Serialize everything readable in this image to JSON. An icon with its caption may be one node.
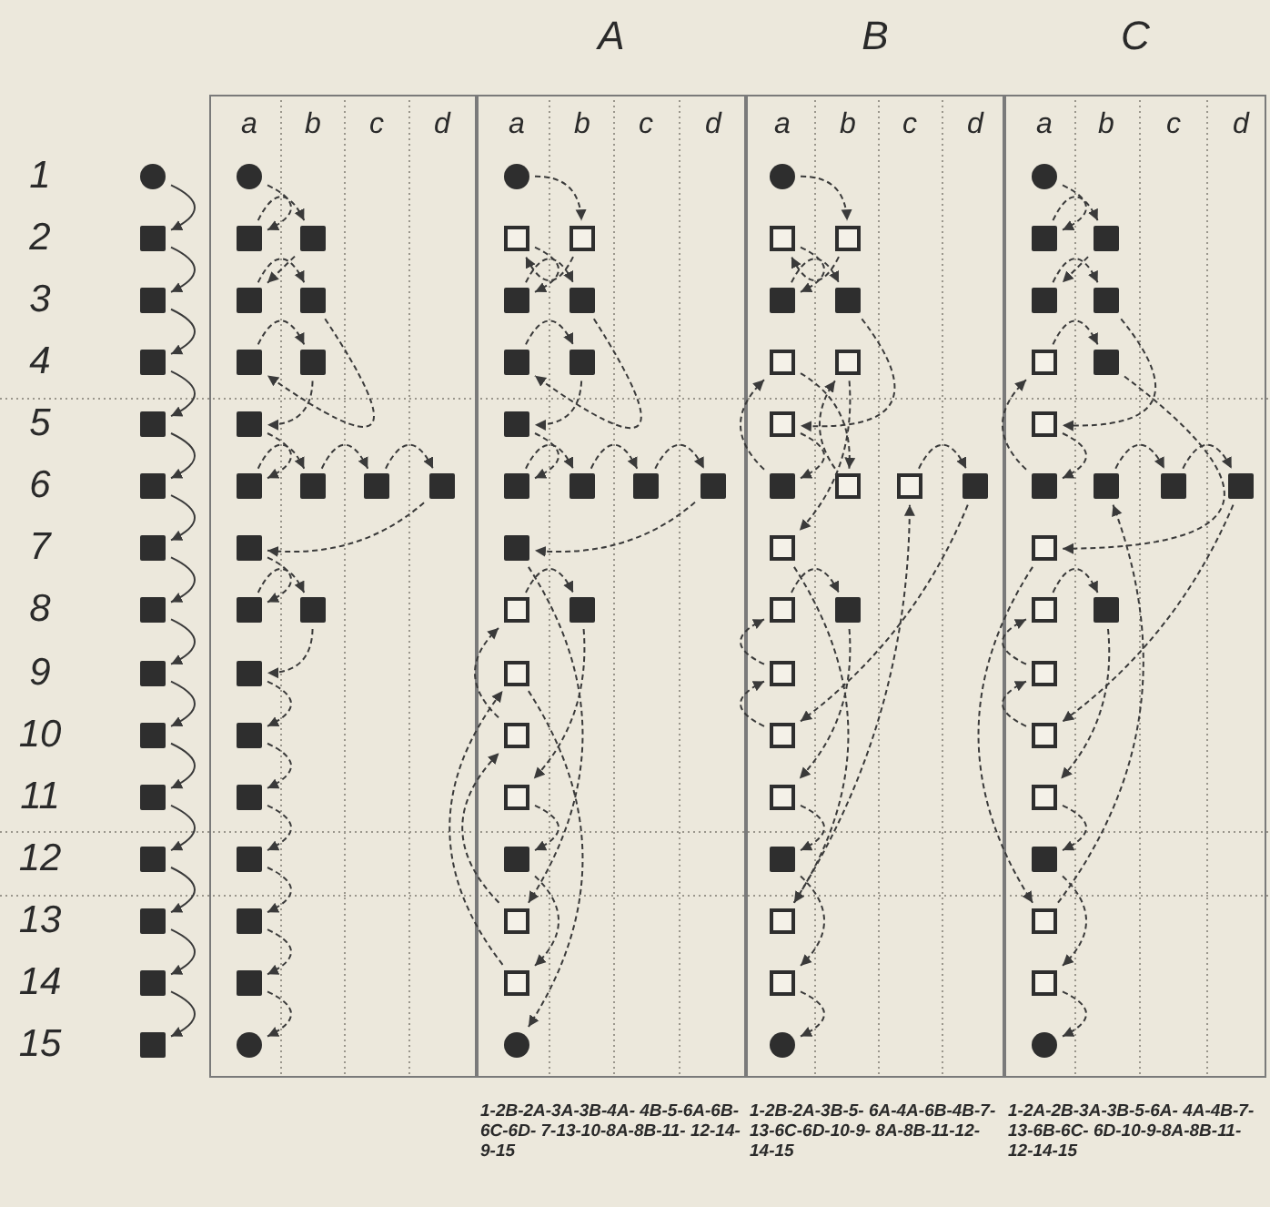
{
  "diagram": {
    "nodes": [
      {
        "text": [],
        "shape": "circle"
      },
      {
        "text": [],
        "shape": "square"
      },
      {
        "text": [],
        "shape": "square"
      },
      {
        "text": [],
        "shape": "square"
      },
      {
        "text": [],
        "shape": "square"
      },
      {
        "text": [],
        "shape": "square"
      },
      {
        "text": [],
        "shape": "square"
      },
      {
        "text": [],
        "shape": "square"
      },
      {
        "text": [],
        "shape": "square"
      },
      {
        "text": [],
        "shape": "square"
      },
      {
        "text": [],
        "shape": "square"
      },
      {
        "text": [],
        "shape": "square"
      },
      {
        "text": [],
        "shape": "square"
      },
      {
        "text": [],
        "shape": "square"
      },
      {
        "text": [],
        "shape": "square"
      },
      {
        "text": [],
        "shape": "box"
      },
      {
        "text": [],
        "shape": "circle",
        "in": 15
      },
      {
        "text": [],
        "shape": "square",
        "in": 15
      },
      {
        "text": [],
        "shape": "square",
        "in": 15
      },
      {
        "text": [],
        "shape": "square",
        "in": 15
      },
      {
        "text": [],
        "shape": "square",
        "in": 15
      },
      {
        "text": [],
        "shape": "square",
        "in": 15
      },
      {
        "text": [],
        "shape": "square",
        "in": 15
      },
      {
        "text": [],
        "shape": "square",
        "in": 15
      },
      {
        "text": [],
        "shape": "square",
        "in": 15
      },
      {
        "text": [],
        "shape": "square",
        "in": 15
      },
      {
        "text": [],
        "shape": "square",
        "in": 15
      },
      {
        "text": [],
        "shape": "square",
        "in": 15
      },
      {
        "text": [],
        "shape": "square",
        "in": 15
      },
      {
        "text": [],
        "shape": "square",
        "in": 15
      },
      {
        "text": [],
        "shape": "square",
        "in": 15
      },
      {
        "text": [],
        "shape": "square",
        "in": 15
      },
      {
        "text": [],
        "shape": "square",
        "in": 15
      },
      {
        "text": [],
        "shape": "square",
        "in": 15
      },
      {
        "text": [],
        "shape": "square",
        "in": 15
      },
      {
        "text": [],
        "shape": "square",
        "in": 15
      },
      {
        "text": [],
        "shape": "square",
        "in": 15
      },
      {
        "text": [],
        "shape": "circle",
        "in": 15
      },
      {
        "text": [
          "A"
        ]
      },
      {
        "text": [],
        "shape": "circle",
        "in": 38
      },
      {
        "text": [],
        "shape": "box",
        "in": 38
      },
      {
        "text": [],
        "shape": "box",
        "in": 38
      },
      {
        "text": [],
        "shape": "square",
        "in": 38
      },
      {
        "text": [],
        "shape": "square",
        "in": 38
      },
      {
        "text": [],
        "shape": "square",
        "in": 38
      },
      {
        "text": [],
        "shape": "square",
        "in": 38
      },
      {
        "text": [],
        "shape": "square",
        "in": 38
      },
      {
        "text": [],
        "shape": "square",
        "in": 38
      },
      {
        "text": [],
        "shape": "square",
        "in": 38
      },
      {
        "text": [],
        "shape": "square",
        "in": 38
      },
      {
        "text": [],
        "shape": "square",
        "in": 38
      },
      {
        "text": [],
        "shape": "square",
        "in": 38
      },
      {
        "text": [],
        "shape": "box",
        "in": 38
      },
      {
        "text": [],
        "shape": "square",
        "in": 38
      },
      {
        "text": [],
        "shape": "box",
        "in": 38
      },
      {
        "text": [],
        "shape": "box",
        "in": 38
      },
      {
        "text": [],
        "shape": "box",
        "in": 38
      },
      {
        "text": [],
        "shape": "square",
        "in": 38
      },
      {
        "text": [],
        "shape": "box",
        "in": 38
      },
      {
        "text": [],
        "shape": "box",
        "in": 38
      },
      {
        "text": [],
        "shape": "circle",
        "in": 38
      },
      {
        "text": [
          "B"
        ]
      },
      {
        "text": [],
        "shape": "circle",
        "in": 61
      },
      {
        "text": [],
        "shape": "box",
        "in": 61
      },
      {
        "text": [],
        "shape": "box",
        "in": 61
      },
      {
        "text": [],
        "shape": "square",
        "in": 61
      },
      {
        "text": [],
        "shape": "square",
        "in": 61
      },
      {
        "text": [],
        "shape": "box",
        "in": 61
      },
      {
        "text": [],
        "shape": "box",
        "in": 61
      },
      {
        "text": [],
        "shape": "box",
        "in": 61
      },
      {
        "text": [],
        "shape": "square",
        "in": 61
      },
      {
        "text": [],
        "shape": "box",
        "in": 61
      },
      {
        "text": [],
        "shape": "box",
        "in": 61
      },
      {
        "text": [],
        "shape": "square",
        "in": 61
      },
      {
        "text": [],
        "shape": "box",
        "in": 61
      },
      {
        "text": [],
        "shape": "box",
        "in": 61
      },
      {
        "text": [],
        "shape": "square",
        "in": 61
      },
      {
        "text": [],
        "shape": "box",
        "in": 61
      },
      {
        "text": [],
        "shape": "box",
        "in": 61
      },
      {
        "text": [],
        "shape": "box",
        "in": 61
      },
      {
        "text": [],
        "shape": "square",
        "in": 61
      },
      {
        "text": [],
        "shape": "box",
        "in": 61
      },
      {
        "text": [],
        "shape": "box",
        "in": 61
      },
      {
        "text": [],
        "shape": "circle",
        "in": 61
      },
      {
        "text": [
          "C"
        ]
      },
      {
        "text": [],
        "shape": "circle",
        "in": 84
      },
      {
        "text": [],
        "shape": "square",
        "in": 84
      },
      {
        "text": [],
        "shape": "square",
        "in": 84
      },
      {
        "text": [],
        "shape": "square",
        "in": 84
      },
      {
        "text": [],
        "shape": "square",
        "in": 84
      },
      {
        "text": [],
        "shape": "box",
        "in": 84
      },
      {
        "text": [],
        "shape": "square",
        "in": 84
      },
      {
        "text": [],
        "shape": "box",
        "in": 84
      },
      {
        "text": [],
        "shape": "square",
        "in": 84
      },
      {
        "text": [],
        "shape": "square",
        "in": 84
      },
      {
        "text": [],
        "shape": "square",
        "in": 84
      },
      {
        "text": [],
        "shape": "square",
        "in": 84
      },
      {
        "text": [],
        "shape": "box",
        "in": 84
      },
      {
        "text": [],
        "shape": "box",
        "in": 84
      },
      {
        "text": [],
        "shape": "square",
        "in": 84
      },
      {
        "text": [],
        "shape": "box",
        "in": 84
      },
      {
        "text": [],
        "shape": "box",
        "in": 84
      },
      {
        "text": [],
        "shape": "box",
        "in": 84
      },
      {
        "text": [],
        "shape": "square",
        "in": 84
      },
      {
        "text": [],
        "shape": "box",
        "in": 84
      },
      {
        "text": [],
        "shape": "box",
        "in": 84
      },
      {
        "text": [],
        "shape": "circle",
        "in": 84
      }
    ],
    "edges": [
      {
        "from": 0,
        "to": 1,
        "arrow": "to"
      },
      {
        "from": 1,
        "to": 2,
        "arrow": "to"
      },
      {
        "from": 2,
        "to": 3,
        "arrow": "to"
      },
      {
        "from": 3,
        "to": 4,
        "arrow": "to"
      },
      {
        "from": 4,
        "to": 5,
        "arrow": "to"
      },
      {
        "from": 5,
        "to": 6,
        "arrow": "to"
      },
      {
        "from": 6,
        "to": 7,
        "arrow": "to"
      },
      {
        "from": 7,
        "to": 8,
        "arrow": "to"
      },
      {
        "from": 8,
        "to": 9,
        "arrow": "to"
      },
      {
        "from": 9,
        "to": 10,
        "arrow": "to"
      },
      {
        "from": 10,
        "to": 11,
        "arrow": "to"
      },
      {
        "from": 11,
        "to": 12,
        "arrow": "to"
      },
      {
        "from": 12,
        "to": 13,
        "arrow": "to"
      },
      {
        "from": 13,
        "to": 14,
        "arrow": "to"
      },
      {
        "from": 16,
        "to": 17,
        "arrow": "to",
        "style": "dashed"
      },
      {
        "from": 17,
        "to": 18,
        "arrow": "to",
        "style": "dashed"
      },
      {
        "from": 18,
        "to": 19,
        "arrow": "to",
        "style": "dashed"
      },
      {
        "from": 19,
        "to": 20,
        "arrow": "to",
        "style": "dashed"
      },
      {
        "from": 20,
        "to": 21,
        "arrow": "to",
        "style": "dashed"
      },
      {
        "from": 21,
        "to": 22,
        "arrow": "to",
        "style": "dashed"
      },
      {
        "from": 22,
        "to": 23,
        "arrow": "to",
        "style": "dashed"
      },
      {
        "from": 23,
        "to": 24,
        "arrow": "to",
        "style": "dashed"
      },
      {
        "from": 24,
        "to": 25,
        "arrow": "to",
        "style": "dashed"
      },
      {
        "from": 25,
        "to": 26,
        "arrow": "to",
        "style": "dashed"
      },
      {
        "from": 26,
        "to": 27,
        "arrow": "to",
        "style": "dashed"
      },
      {
        "from": 27,
        "to": 28,
        "arrow": "to",
        "style": "dashed"
      },
      {
        "from": 28,
        "to": 29,
        "arrow": "to",
        "style": "dashed"
      },
      {
        "from": 29,
        "to": 30,
        "arrow": "to",
        "style": "dashed"
      },
      {
        "from": 30,
        "to": 31,
        "arrow": "to",
        "style": "dashed"
      },
      {
        "from": 31,
        "to": 32,
        "arrow": "to",
        "style": "dashed"
      },
      {
        "from": 32,
        "to": 33,
        "arrow": "to",
        "style": "dashed"
      },
      {
        "from": 33,
        "to": 34,
        "arrow": "to",
        "style": "dashed"
      },
      {
        "from": 34,
        "to": 35,
        "arrow": "to",
        "style": "dashed"
      },
      {
        "from": 35,
        "to": 36,
        "arrow": "to",
        "style": "dashed"
      },
      {
        "from": 36,
        "to": 37,
        "arrow": "to",
        "style": "dashed"
      },
      {
        "from": 39,
        "to": 41,
        "arrow": "to",
        "style": "dashed"
      },
      {
        "from": 41,
        "to": 40,
        "arrow": "to",
        "style": "dashed"
      },
      {
        "from": 40,
        "to": 42,
        "arrow": "to",
        "style": "dashed"
      },
      {
        "from": 42,
        "to": 43,
        "arrow": "to",
        "style": "dashed"
      },
      {
        "from": 43,
        "to": 44,
        "arrow": "to",
        "style": "dashed"
      },
      {
        "from": 44,
        "to": 45,
        "arrow": "to",
        "style": "dashed"
      },
      {
        "from": 45,
        "to": 46,
        "arrow": "to",
        "style": "dashed"
      },
      {
        "from": 46,
        "to": 47,
        "arrow": "to",
        "style": "dashed"
      },
      {
        "from": 47,
        "to": 48,
        "arrow": "to",
        "style": "dashed"
      },
      {
        "from": 48,
        "to": 49,
        "arrow": "to",
        "style": "dashed"
      },
      {
        "from": 49,
        "to": 50,
        "arrow": "to",
        "style": "dashed"
      },
      {
        "from": 50,
        "to": 51,
        "arrow": "to",
        "style": "dashed"
      },
      {
        "from": 51,
        "to": 58,
        "arrow": "to",
        "style": "dashed"
      },
      {
        "from": 58,
        "to": 55,
        "arrow": "to",
        "style": "dashed"
      },
      {
        "from": 55,
        "to": 52,
        "arrow": "to",
        "style": "dashed"
      },
      {
        "from": 52,
        "to": 53,
        "arrow": "to",
        "style": "dashed"
      },
      {
        "from": 53,
        "to": 56,
        "arrow": "to",
        "style": "dashed"
      },
      {
        "from": 56,
        "to": 57,
        "arrow": "to",
        "style": "dashed"
      },
      {
        "from": 57,
        "to": 59,
        "arrow": "to",
        "style": "dashed"
      },
      {
        "from": 59,
        "to": 54,
        "arrow": "to",
        "style": "dashed"
      },
      {
        "from": 54,
        "to": 60,
        "arrow": "to",
        "style": "dashed"
      },
      {
        "from": 62,
        "to": 64,
        "arrow": "to",
        "style": "dashed"
      },
      {
        "from": 64,
        "to": 63,
        "arrow": "to",
        "style": "dashed"
      },
      {
        "from": 63,
        "to": 65,
        "arrow": "to",
        "style": "dashed"
      },
      {
        "from": 65,
        "to": 66,
        "arrow": "to",
        "style": "dashed"
      },
      {
        "from": 66,
        "to": 69,
        "arrow": "to",
        "style": "dashed"
      },
      {
        "from": 69,
        "to": 70,
        "arrow": "to",
        "style": "dashed"
      },
      {
        "from": 70,
        "to": 67,
        "arrow": "to",
        "style": "dashed"
      },
      {
        "from": 67,
        "to": 71,
        "arrow": "to",
        "style": "dashed"
      },
      {
        "from": 71,
        "to": 68,
        "arrow": "to",
        "style": "dashed"
      },
      {
        "from": 68,
        "to": 74,
        "arrow": "to",
        "style": "dashed"
      },
      {
        "from": 74,
        "to": 81,
        "arrow": "to",
        "style": "dashed"
      },
      {
        "from": 81,
        "to": 72,
        "arrow": "to",
        "style": "dashed"
      },
      {
        "from": 72,
        "to": 73,
        "arrow": "to",
        "style": "dashed"
      },
      {
        "from": 73,
        "to": 78,
        "arrow": "to",
        "style": "dashed"
      },
      {
        "from": 78,
        "to": 77,
        "arrow": "to",
        "style": "dashed"
      },
      {
        "from": 77,
        "to": 75,
        "arrow": "to",
        "style": "dashed"
      },
      {
        "from": 75,
        "to": 76,
        "arrow": "to",
        "style": "dashed"
      },
      {
        "from": 76,
        "to": 79,
        "arrow": "to",
        "style": "dashed"
      },
      {
        "from": 79,
        "to": 80,
        "arrow": "to",
        "style": "dashed"
      },
      {
        "from": 80,
        "to": 82,
        "arrow": "to",
        "style": "dashed"
      },
      {
        "from": 82,
        "to": 83,
        "arrow": "to",
        "style": "dashed"
      },
      {
        "from": 85,
        "to": 86,
        "arrow": "to",
        "style": "dashed"
      },
      {
        "from": 86,
        "to": 87,
        "arrow": "to",
        "style": "dashed"
      },
      {
        "from": 87,
        "to": 88,
        "arrow": "to",
        "style": "dashed"
      },
      {
        "from": 88,
        "to": 89,
        "arrow": "to",
        "style": "dashed"
      },
      {
        "from": 89,
        "to": 92,
        "arrow": "to",
        "style": "dashed"
      },
      {
        "from": 92,
        "to": 93,
        "arrow": "to",
        "style": "dashed"
      },
      {
        "from": 93,
        "to": 90,
        "arrow": "to",
        "style": "dashed"
      },
      {
        "from": 90,
        "to": 91,
        "arrow": "to",
        "style": "dashed"
      },
      {
        "from": 91,
        "to": 97,
        "arrow": "to",
        "style": "dashed"
      },
      {
        "from": 97,
        "to": 104,
        "arrow": "to",
        "style": "dashed"
      },
      {
        "from": 104,
        "to": 94,
        "arrow": "to",
        "style": "dashed"
      },
      {
        "from": 94,
        "to": 95,
        "arrow": "to",
        "style": "dashed"
      },
      {
        "from": 95,
        "to": 96,
        "arrow": "to",
        "style": "dashed"
      },
      {
        "from": 96,
        "to": 101,
        "arrow": "to",
        "style": "dashed"
      },
      {
        "from": 101,
        "to": 100,
        "arrow": "to",
        "style": "dashed"
      },
      {
        "from": 100,
        "to": 98,
        "arrow": "to",
        "style": "dashed"
      },
      {
        "from": 98,
        "to": 99,
        "arrow": "to",
        "style": "dashed"
      },
      {
        "from": 99,
        "to": 102,
        "arrow": "to",
        "style": "dashed"
      },
      {
        "from": 102,
        "to": 103,
        "arrow": "to",
        "style": "dashed"
      },
      {
        "from": 103,
        "to": 105,
        "arrow": "to",
        "style": "dashed"
      },
      {
        "from": 105,
        "to": 106,
        "arrow": "to",
        "style": "dashed"
      }
    ],
    "labels": [
      "a",
      "b",
      "c",
      "d",
      "a",
      "b",
      "c",
      "d",
      "a",
      "b",
      "c",
      "d",
      "a",
      "b",
      "c",
      "d",
      "1",
      "2",
      "3",
      "4",
      "5",
      "6",
      "7",
      "8",
      "9",
      "10",
      "11",
      "12",
      "13",
      "14",
      "15",
      "1-2B-2A-3A-3B-4A- 4B-5-6A-6B-6C-6D- 7-13-10-8A-8B-11- 12-14-9-15",
      "1-2B-2A-3B-5- 6A-4A-6B-4B-7- 13-6C-6D-10-9- 8A-8B-11-12-14-15",
      "1-2A-2B-3A-3B-5-6A- 4A-4B-7-13-6B-6C- 6D-10-9-8A-8B-11- 12-14-15"
    ]
  }
}
